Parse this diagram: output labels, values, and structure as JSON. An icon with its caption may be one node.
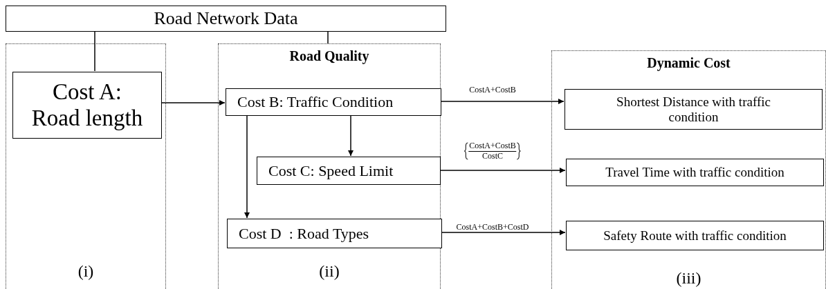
{
  "diagram": {
    "nodes": [
      {
        "text": [
          "Road Network Data"
        ]
      },
      {
        "text": [
          "(i)"
        ]
      },
      {
        "text": [
          "Cost A: Road length"
        ],
        "in": 1
      },
      {
        "text": [
          "Road Quality",
          "(ii)"
        ]
      },
      {
        "text": [
          "Cost B: Traffic Condition"
        ],
        "in": 3
      },
      {
        "text": [
          "Cost C: Speed Limit"
        ],
        "in": 3
      },
      {
        "text": [
          "Cost D  : Road Types"
        ],
        "in": 3
      },
      {
        "text": [
          "Dynamic Cost",
          "(iii)"
        ]
      },
      {
        "text": [
          "Shortest Distance with traffic condition"
        ],
        "in": 7
      },
      {
        "text": [
          "Travel Time with traffic condition"
        ],
        "in": 7
      },
      {
        "text": [
          "Safety Route with traffic condition"
        ],
        "in": 7
      }
    ],
    "edges": [
      {
        "from": 0,
        "to": 2,
        "arrow": "none"
      },
      {
        "from": 0,
        "to": 3,
        "arrow": "none"
      },
      {
        "from": 2,
        "to": 4,
        "arrow": "to"
      },
      {
        "from": 4,
        "to": 5,
        "arrow": "to"
      },
      {
        "from": 4,
        "to": 6,
        "arrow": "to"
      },
      {
        "from": 4,
        "to": 8,
        "arrow": "to",
        "label": "CostA+CostB"
      },
      {
        "from": 5,
        "to": 9,
        "arrow": "to",
        "label": "CostA+CostB CostC"
      },
      {
        "from": 6,
        "to": 10,
        "arrow": "to",
        "label": "CostA+CostB+CostD"
      }
    ]
  }
}
